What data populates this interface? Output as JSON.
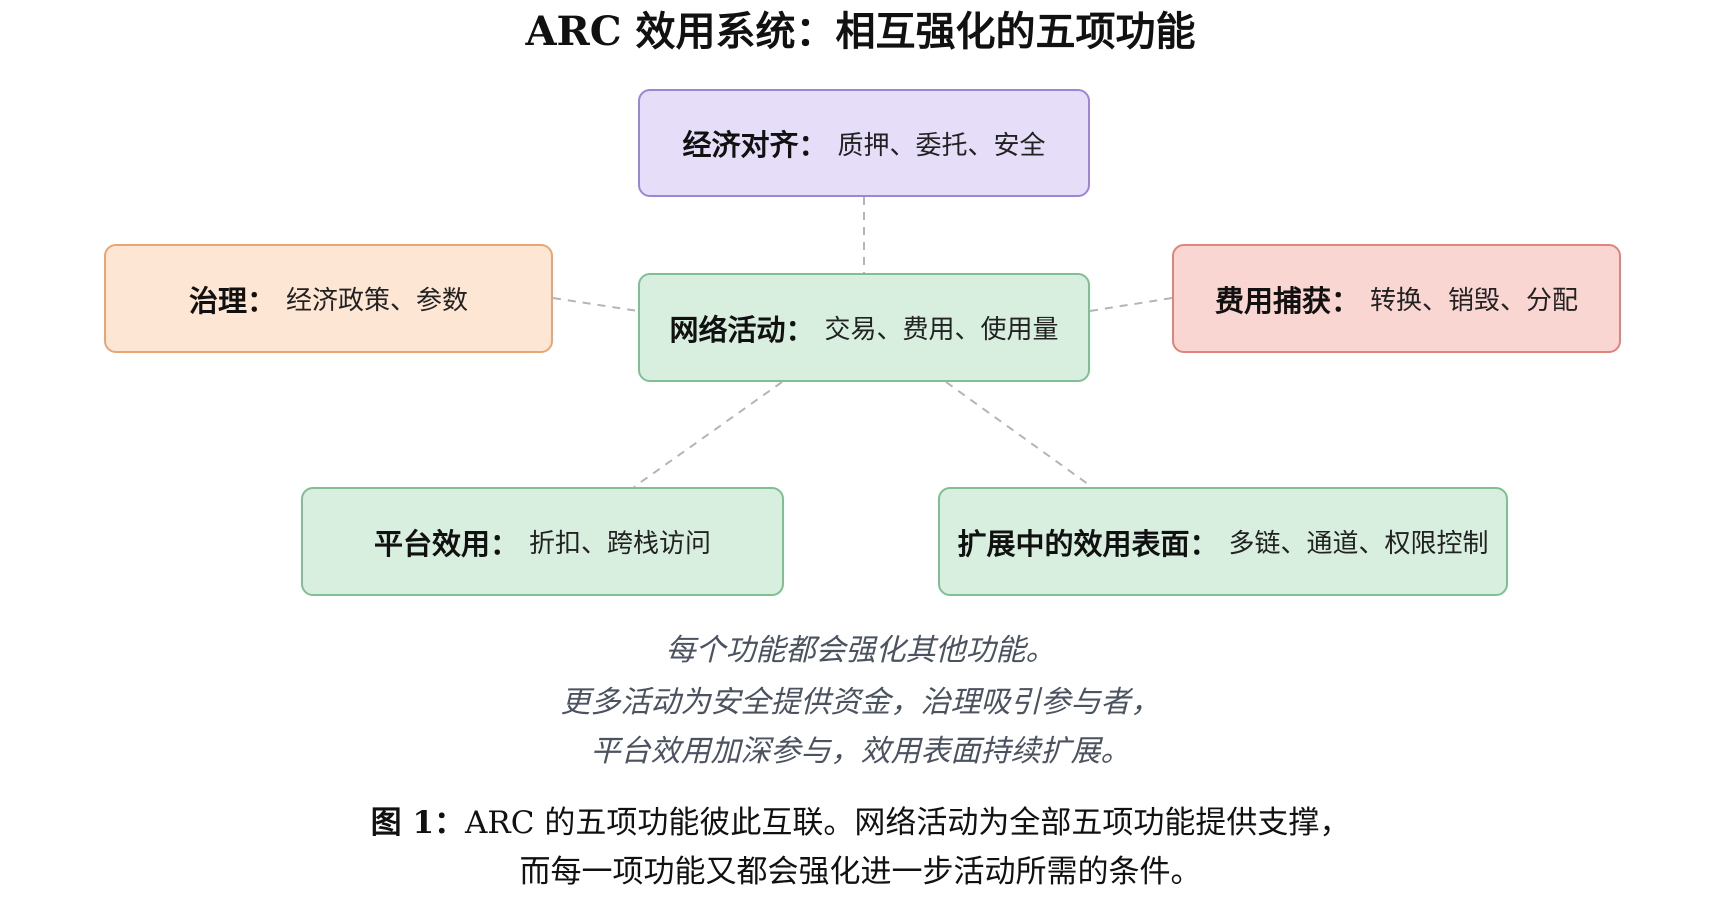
{
  "title": "ARC 效用系统：相互强化的五项功能",
  "nodes": {
    "economic_alignment": {
      "name": "经济对齐",
      "colon": "：",
      "desc": "质押、委托、安全",
      "fill": "#e6def8",
      "border": "#9b86d6"
    },
    "network_activity": {
      "name": "网络活动",
      "colon": "：",
      "desc": "交易、费用、使用量",
      "fill": "#d8efdf",
      "border": "#7fbf92"
    },
    "governance": {
      "name": "治理",
      "colon": "：",
      "desc": "经济政策、参数",
      "fill": "#fde6d4",
      "border": "#e9a673"
    },
    "fee_capture": {
      "name": "费用捕获",
      "colon": "：",
      "desc": "转换、销毁、分配",
      "fill": "#fad6d2",
      "border": "#e0837a"
    },
    "platform_utility": {
      "name": "平台效用",
      "colon": "：",
      "desc": "折扣、跨栈访问",
      "fill": "#d8efdf",
      "border": "#7fbf92"
    },
    "expanding_surface": {
      "name": "扩展中的效用表面",
      "colon": "：",
      "desc": "多链、通道、权限控制",
      "fill": "#d8efdf",
      "border": "#7fbf92"
    }
  },
  "connector_color": "#b5b5b5",
  "notes": [
    "每个功能都会强化其他功能。",
    "更多活动为安全提供资金，治理吸引参与者，",
    "平台效用加深参与，效用表面持续扩展。"
  ],
  "caption": {
    "label": "图 1：",
    "line1": "ARC 的五项功能彼此互联。网络活动为全部五项功能提供支撑，",
    "line2": "而每一项功能又都会强化进一步活动所需的条件。"
  }
}
